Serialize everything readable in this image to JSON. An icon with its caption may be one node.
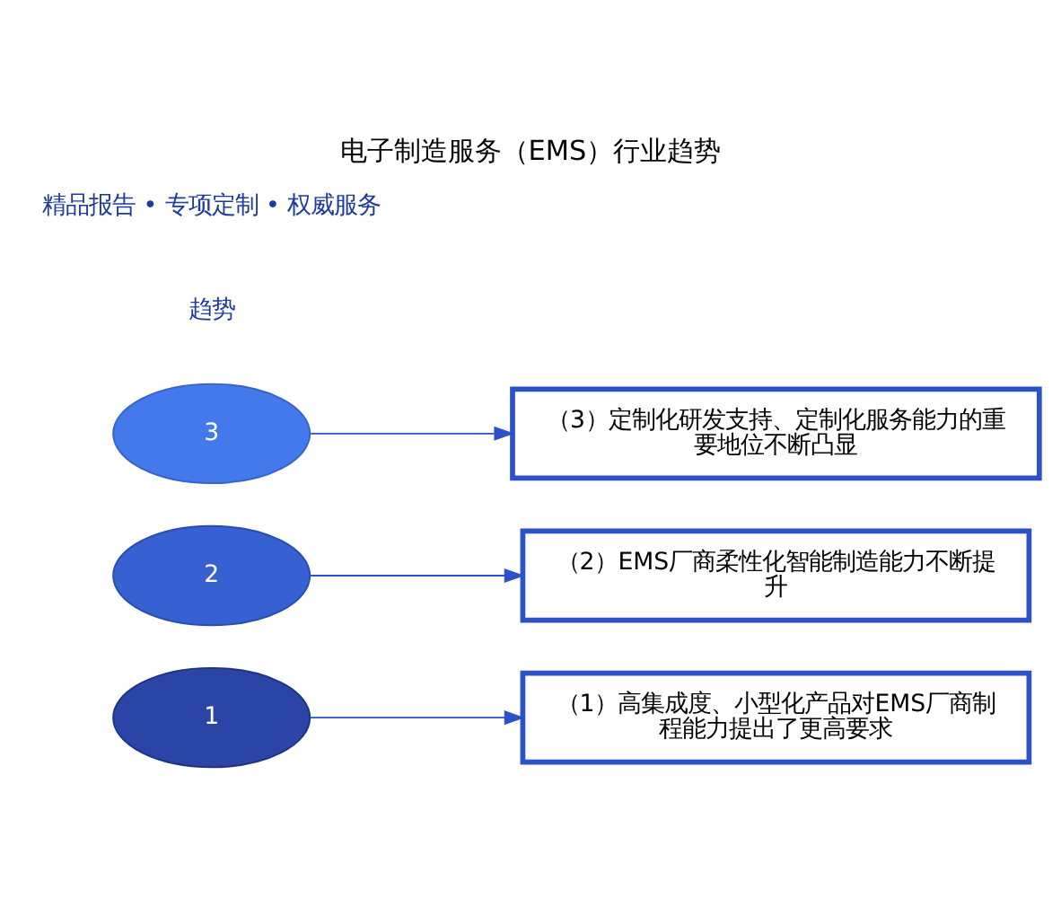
{
  "diagram": {
    "title": "电子制造服务（EMS）行业趋势",
    "nodes": [
      {
        "text": [
          "1"
        ]
      },
      {
        "text": [
          "（1）高集成度、小型化产品对EMS厂商制程能力提出了更高要求"
        ]
      },
      {
        "text": [
          "2"
        ]
      },
      {
        "text": [
          "（2）EMS厂商柔性化智能制造能力不断提升"
        ]
      },
      {
        "text": [
          "3"
        ]
      },
      {
        "text": [
          "（3）定制化研发支持、定制化服务能力的重要地位不断凸显"
        ]
      }
    ],
    "edges": [
      {
        "from": 0,
        "to": 1,
        "arrow": "to"
      },
      {
        "from": 2,
        "to": 3,
        "arrow": "to"
      },
      {
        "from": 4,
        "to": 5,
        "arrow": "to"
      }
    ],
    "labels": [
      "趋势",
      "精品报告 • 专项定制 • 权威服务"
    ]
  }
}
